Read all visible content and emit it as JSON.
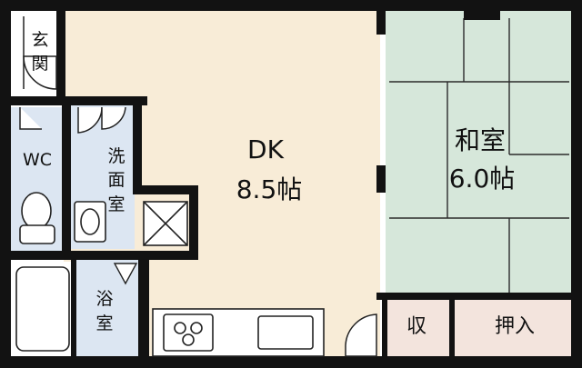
{
  "colors": {
    "dk_floor": "#f8ecd7",
    "tatami": "#d6e7da",
    "tatami_line": "#2b2b2b",
    "wet_area": "#dce6f2",
    "storage": "#f3e4dd",
    "wall": "#121212"
  },
  "rooms": {
    "genkan_char1": "玄",
    "genkan_char2": "関",
    "wc": "WC",
    "washroom_char1": "洗",
    "washroom_char2": "面",
    "washroom_char3": "室",
    "bath_char1": "浴",
    "bath_char2": "室",
    "dk_name": "DK",
    "dk_size": "8.5帖",
    "washitsu_name": "和室",
    "washitsu_size": "6.0帖",
    "storage_small": "収",
    "oshiire": "押入"
  }
}
